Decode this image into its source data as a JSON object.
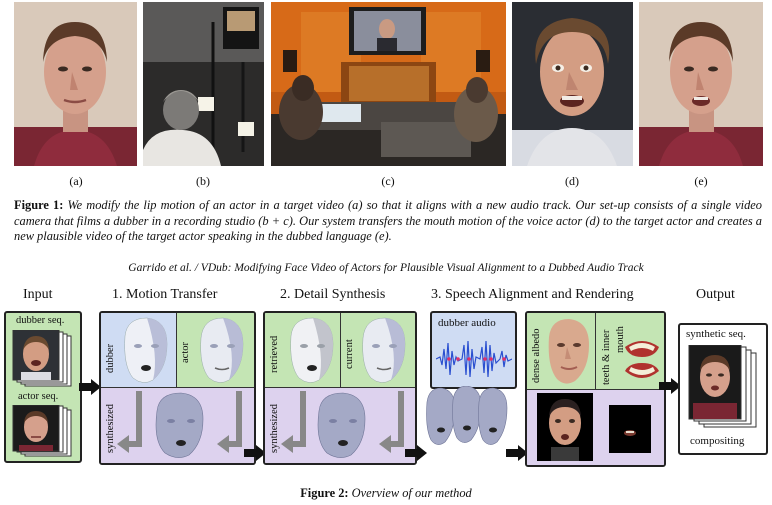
{
  "figure1": {
    "panel_labels": [
      "(a)",
      "(b)",
      "(c)",
      "(d)",
      "(e)"
    ],
    "caption_label": "Figure 1:",
    "caption_text": "We modify the lip motion of an actor in a target video (a) so that it aligns with a new audio track. Our set-up consists of a single video camera that films a dubber in a recording studio (b + c). Our system transfers the mouth motion of the voice actor (d) to the target actor and creates a new plausible video of the target actor speaking in the dubbed language (e)."
  },
  "running_header": "Garrido et al. / VDub: Modifying Face Video of Actors for Plausible Visual Alignment to a Dubbed Audio Track",
  "pipeline": {
    "input": {
      "title": "Input",
      "dubber_label": "dubber seq.",
      "actor_label": "actor seq."
    },
    "motion_transfer": {
      "title": "1. Motion Transfer",
      "dubber_label": "dubber",
      "actor_label": "actor",
      "synth_label": "synthesized"
    },
    "detail_synthesis": {
      "title": "2. Detail Synthesis",
      "retrieved_label": "retrieved",
      "current_label": "current",
      "synth_label": "synthesized"
    },
    "speech_alignment": {
      "title": "3. Speech Alignment and Rendering",
      "audio_label": "dubber audio",
      "albedo_label": "dense albedo",
      "teeth_label": "teeth & inner",
      "mouth_label": "mouth"
    },
    "output": {
      "title": "Output",
      "synthetic_label": "synthetic seq.",
      "compositing_label": "compositing"
    }
  },
  "figure2": {
    "label": "Figure 2:",
    "text": "Overview of our method"
  },
  "colors": {
    "green": "#c4e5b4",
    "blue": "#cfdcf3",
    "purple": "#ddd2ee",
    "face_gray": "#a4a9c6"
  }
}
